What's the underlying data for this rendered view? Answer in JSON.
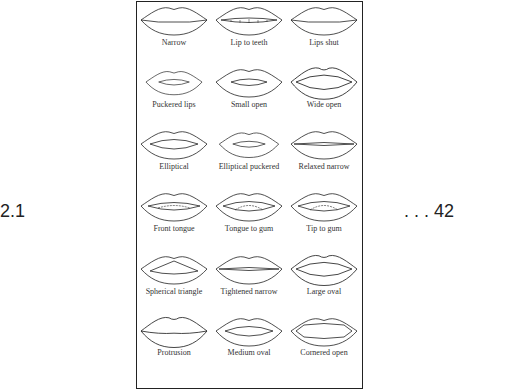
{
  "diagram": {
    "labels": [
      "2.1",
      "Narrow",
      "Lip to teeth",
      "Lips shut",
      "Puckered lips",
      "Small open",
      "Wide open",
      "Elliptical",
      "Elliptical puckered",
      "Relaxed narrow",
      "Front tongue",
      "Tongue to gum",
      "Tip to gum",
      "Spherical triangle",
      "Tightened narrow",
      "Large oval",
      "Protrusion",
      "Medium oval",
      "Cornered open",
      ". . . 42"
    ]
  }
}
